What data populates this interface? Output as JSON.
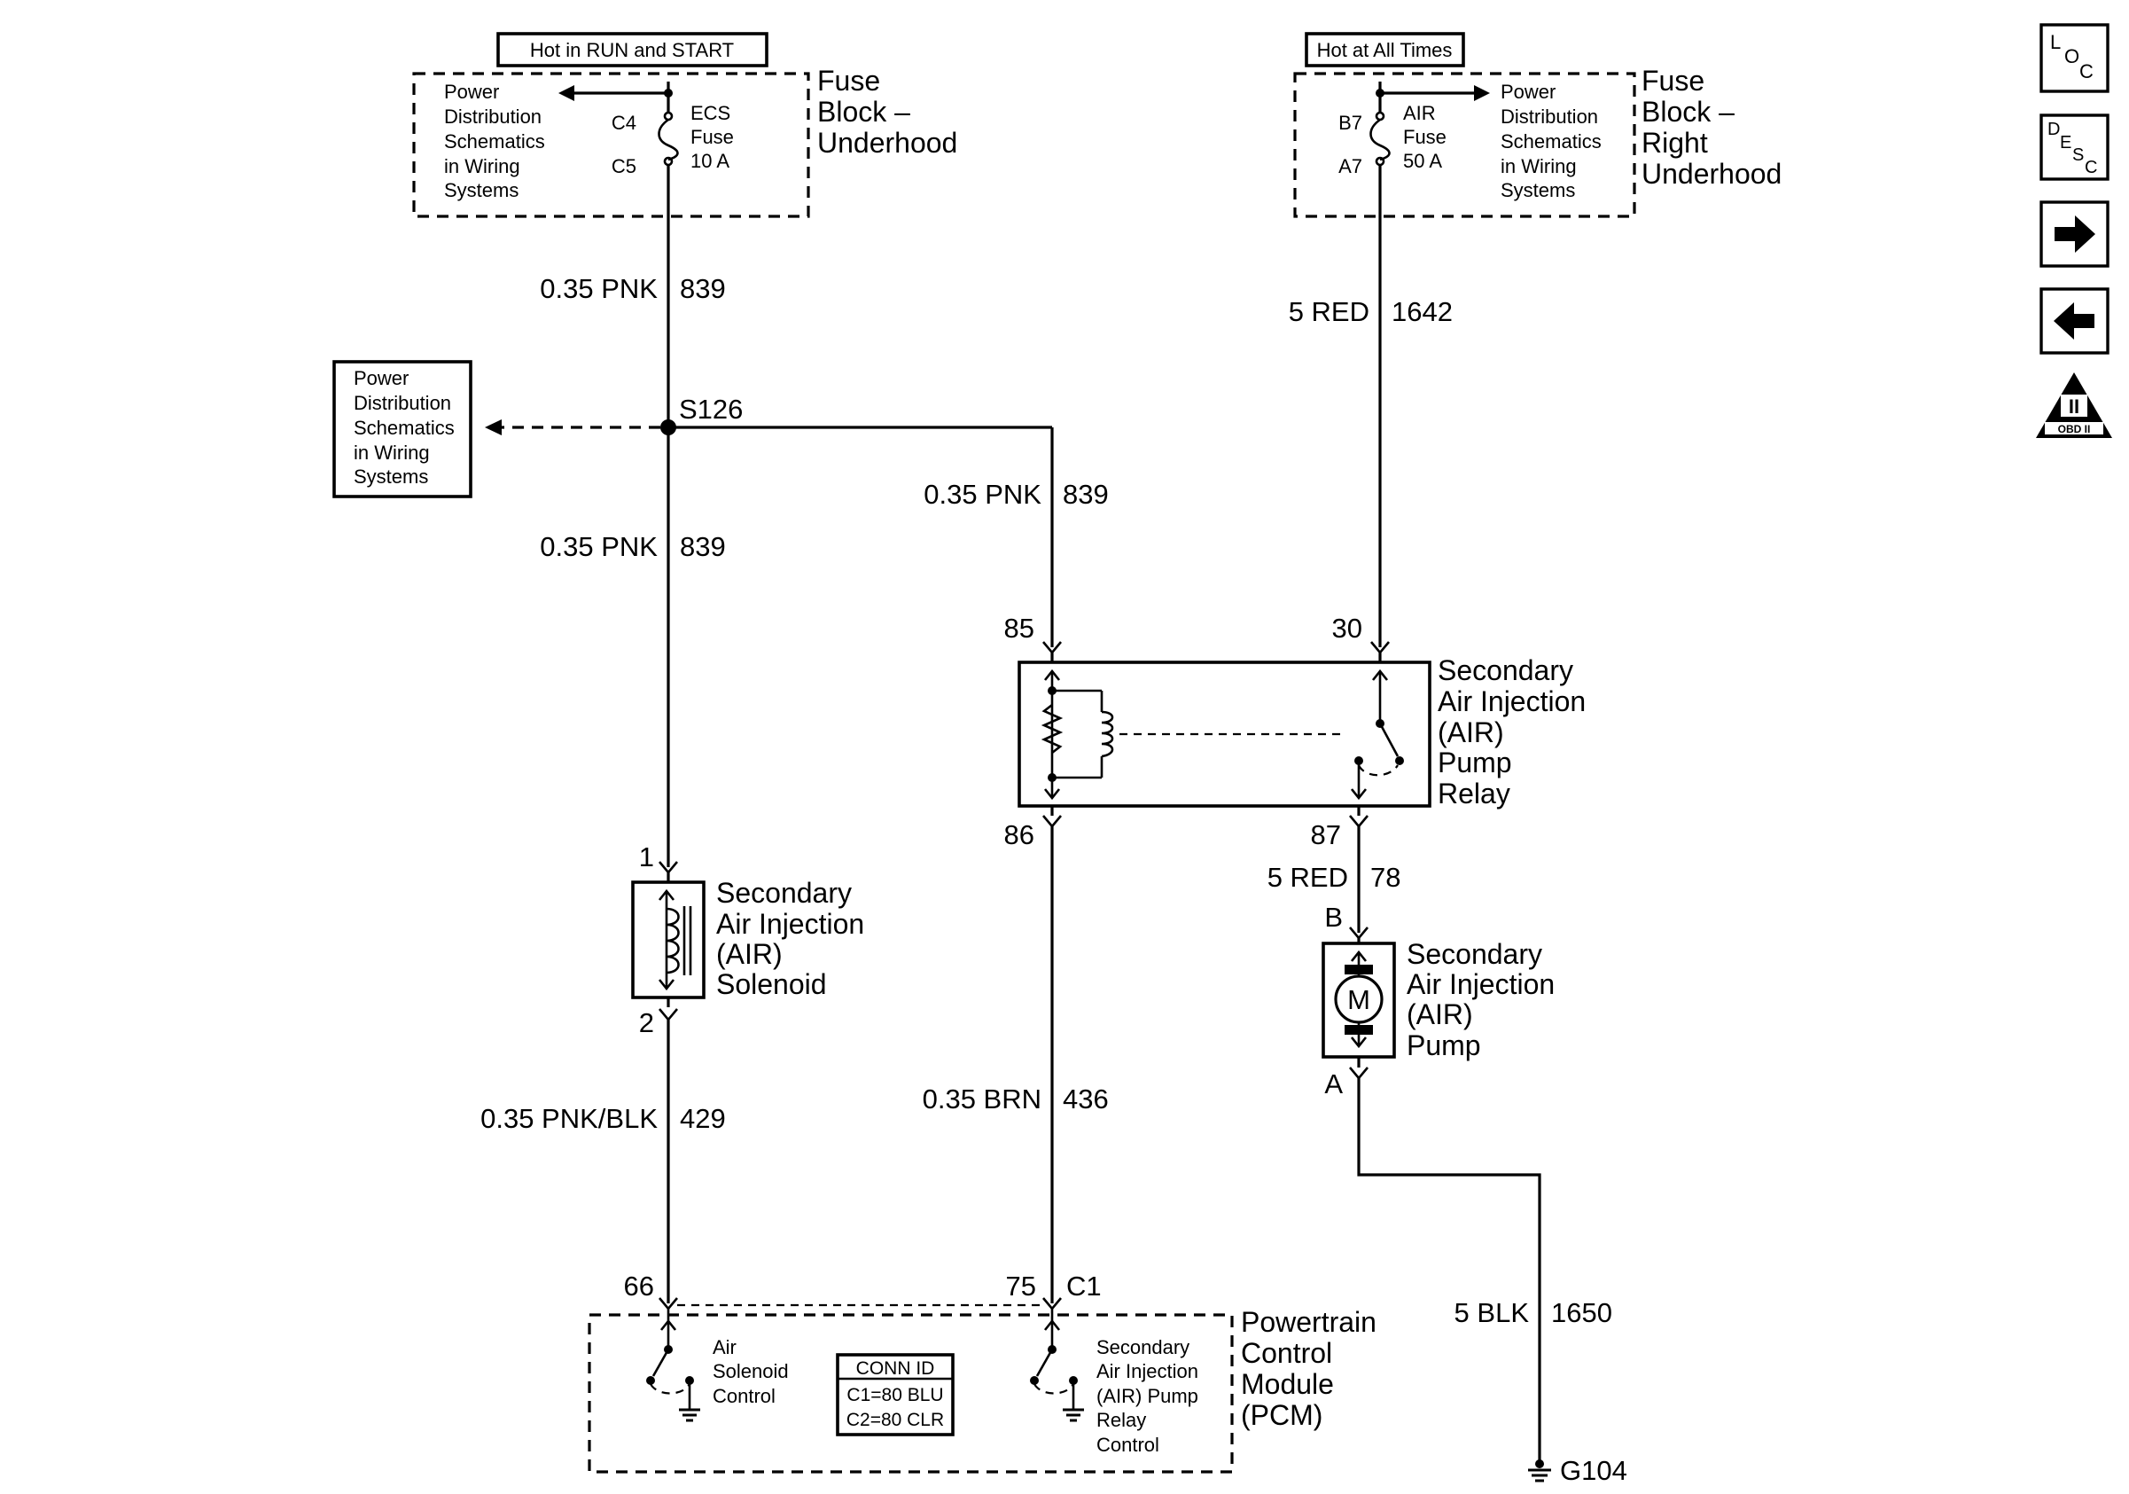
{
  "top_labels": {
    "hot_run_start": "Hot in RUN and START",
    "hot_all_times": "Hot at All Times"
  },
  "fuse_block_underhood": {
    "name": [
      "Fuse",
      "Block –",
      "Underhood"
    ],
    "fuse": [
      "ECS",
      "Fuse",
      "10 A"
    ],
    "pin_in": "C4",
    "pin_out": "C5",
    "ref": [
      "Power",
      "Distribution",
      "Schematics",
      "in Wiring",
      "Systems"
    ]
  },
  "fuse_block_right": {
    "name": [
      "Fuse",
      "Block –",
      "Right",
      "Underhood"
    ],
    "fuse": [
      "AIR",
      "Fuse",
      "50 A"
    ],
    "pin_in": "B7",
    "pin_out": "A7",
    "ref": [
      "Power",
      "Distribution",
      "Schematics",
      "in Wiring",
      "Systems"
    ]
  },
  "side_ref_box": [
    "Power",
    "Distribution",
    "Schematics",
    "in Wiring",
    "Systems"
  ],
  "splice": "S126",
  "wires": {
    "w1": {
      "gauge": "0.35 PNK",
      "circuit": "839"
    },
    "w2": {
      "gauge": "0.35 PNK",
      "circuit": "839"
    },
    "w3": {
      "gauge": "0.35 PNK",
      "circuit": "839"
    },
    "w4": {
      "gauge": "5 RED",
      "circuit": "1642"
    },
    "w5": {
      "gauge": "0.35 PNK/BLK",
      "circuit": "429"
    },
    "w6": {
      "gauge": "0.35 BRN",
      "circuit": "436"
    },
    "w7": {
      "gauge": "5 RED",
      "circuit": "78"
    },
    "w8": {
      "gauge": "5 BLK",
      "circuit": "1650"
    }
  },
  "solenoid": {
    "name": [
      "Secondary",
      "Air Injection",
      "(AIR)",
      "Solenoid"
    ],
    "pin_top": "1",
    "pin_bottom": "2"
  },
  "relay": {
    "name": [
      "Secondary",
      "Air Injection",
      "(AIR)",
      "Pump",
      "Relay"
    ],
    "pins": {
      "p85": "85",
      "p86": "86",
      "p30": "30",
      "p87": "87"
    }
  },
  "pump": {
    "name": [
      "Secondary",
      "Air Injection",
      "(AIR)",
      "Pump"
    ],
    "motor": "M",
    "pin_top": "B",
    "pin_bottom": "A"
  },
  "pcm": {
    "name": [
      "Powertrain",
      "Control",
      "Module",
      "(PCM)"
    ],
    "pin_left": "66",
    "pin_right": "75",
    "connector": "C1",
    "left_driver": [
      "Air",
      "Solenoid",
      "Control"
    ],
    "right_driver": [
      "Secondary",
      "Air Injection",
      "(AIR) Pump",
      "Relay",
      "Control"
    ],
    "conn_id": [
      "CONN ID",
      "C1=80 BLU",
      "C2=80 CLR"
    ]
  },
  "ground": "G104",
  "nav": {
    "loc": {
      "a": "L",
      "b": "O",
      "c": "C"
    },
    "desc": {
      "a": "D",
      "b": "E",
      "c": "S",
      "d": "C"
    },
    "obd": {
      "numeral": "II",
      "text": "OBD II"
    }
  }
}
